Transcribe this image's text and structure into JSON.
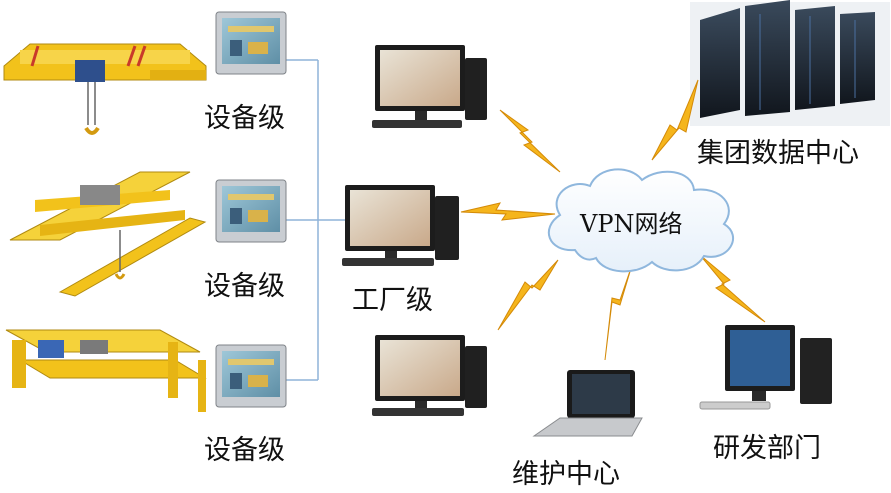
{
  "labels": {
    "device_level_1": "设备级",
    "device_level_2": "设备级",
    "device_level_3": "设备级",
    "factory_level": "工厂级",
    "vpn_network": "VPN网络",
    "group_data_center": "集团数据中心",
    "maintenance_center": "维护中心",
    "rnd_department": "研发部门"
  },
  "colors": {
    "crane_yellow": "#f2c21b",
    "lightning": "#f5b51c",
    "connector_line": "#8fb4d9",
    "cloud_fill": "#ffffff",
    "cloud_stroke": "#8fb7dd"
  },
  "icons": [
    "crane-icon",
    "touch-panel-icon",
    "desktop-computer-icon",
    "server-room-icon",
    "laptop-icon",
    "cloud-icon",
    "lightning-icon"
  ]
}
